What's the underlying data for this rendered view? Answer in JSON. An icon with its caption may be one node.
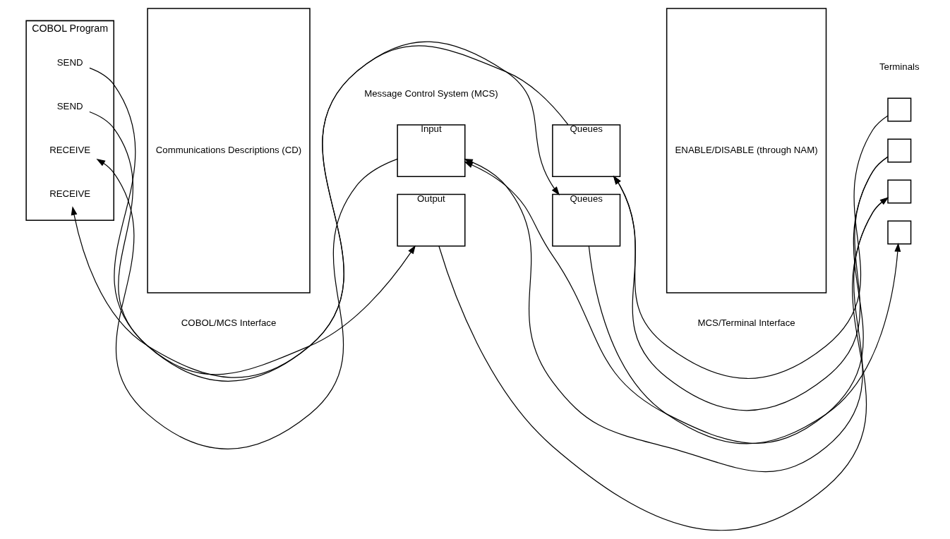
{
  "diagram": {
    "nodes": [
      {
        "text": [
          "COBOL Program"
        ]
      },
      {
        "text": [
          "RECEIVE"
        ],
        "in": 0
      },
      {
        "text": [
          "RECEIVE"
        ],
        "in": 0
      },
      {
        "text": [
          "SEND"
        ],
        "in": 0
      },
      {
        "text": [
          "SEND"
        ],
        "in": 0
      },
      {
        "text": [
          "Communications Descriptions (CD)"
        ]
      },
      {
        "text": [
          "Input"
        ]
      },
      {
        "text": [
          "Queues"
        ]
      },
      {
        "text": [
          "Output"
        ]
      },
      {
        "text": [
          "Queues"
        ]
      },
      {
        "text": [
          "ENABLE/DISABLE (through NAM)"
        ]
      },
      {
        "text": [],
        "shape": "box"
      },
      {
        "text": [],
        "shape": "box"
      },
      {
        "text": [],
        "shape": "box"
      },
      {
        "text": [],
        "shape": "box"
      }
    ],
    "edges": [
      {
        "from": 7,
        "to": 1,
        "arrow": "to"
      },
      {
        "from": 6,
        "to": 2,
        "arrow": "to"
      },
      {
        "from": 3,
        "to": 8,
        "arrow": "to"
      },
      {
        "from": 4,
        "to": 9,
        "arrow": "to"
      },
      {
        "from": 11,
        "to": 7,
        "arrow": "to"
      },
      {
        "from": 12,
        "to": 7,
        "arrow": "to"
      },
      {
        "from": 12,
        "to": 6,
        "arrow": "to"
      },
      {
        "from": 13,
        "to": 6,
        "arrow": "to"
      },
      {
        "from": 8,
        "to": 13,
        "arrow": "to"
      },
      {
        "from": 9,
        "to": 14,
        "arrow": "to"
      }
    ],
    "labels": [
      "Message Control System (MCS)",
      "Terminals",
      "COBOL/MCS Interface",
      "MCS/Terminal Interface"
    ]
  }
}
